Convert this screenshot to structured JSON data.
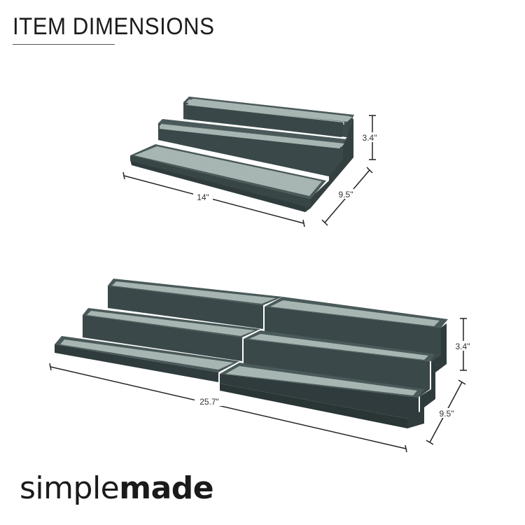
{
  "heading": "ITEM DIMENSIONS",
  "colors": {
    "frame": "#3f4e4f",
    "frame_dark": "#2f3b3c",
    "tread": "#a7b6b2",
    "tread_edge": "#7f8f8c",
    "text": "#1c1c1c"
  },
  "small_unit": {
    "width_label": "14\"",
    "depth_label": "9.5\"",
    "height_label": "3.4\""
  },
  "large_unit": {
    "width_label": "25.7\"",
    "depth_label": "9.5\"",
    "height_label": "3.4\""
  },
  "brand": {
    "prefix": "simple",
    "suffix": "made"
  }
}
